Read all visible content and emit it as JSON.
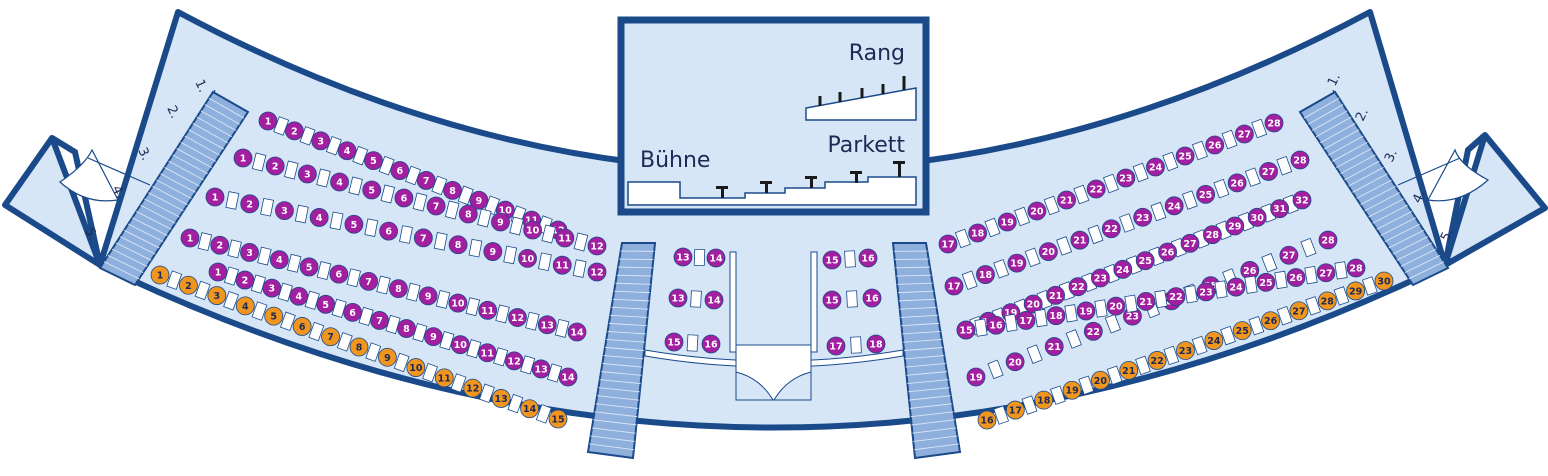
{
  "colors": {
    "outline": "#1a4a8a",
    "floor": "#d6e6f6",
    "stairs": "#8fb0dc",
    "purple": "#a21fa0",
    "orange": "#f0951e",
    "box": "#ffffff"
  },
  "legend": {
    "rang": "Rang",
    "buehne": "Bühne",
    "parkett": "Parkett"
  },
  "entrances": {
    "left": [
      "1.",
      "2.",
      "3.",
      "4.",
      "5."
    ],
    "right": [
      "1.",
      "2.",
      "3.",
      "4.",
      "5."
    ]
  },
  "rows": {
    "left_block": [
      {
        "category": "purple",
        "seats": [
          1,
          2,
          3,
          4,
          5,
          6,
          7,
          8,
          9,
          10,
          11,
          12
        ]
      },
      {
        "category": "purple",
        "seats": [
          1,
          2,
          3,
          4,
          5,
          6,
          7,
          8,
          9,
          10,
          11,
          12
        ]
      },
      {
        "category": "purple",
        "seats": [
          1,
          2,
          3,
          4,
          5,
          6,
          7,
          8,
          9,
          10,
          11,
          12
        ]
      },
      {
        "category": "purple",
        "seats": [
          1,
          2,
          3,
          4,
          5,
          6,
          7,
          8,
          9,
          10,
          11,
          12,
          13,
          14
        ]
      },
      {
        "category": "purple",
        "seats": [
          1,
          2,
          3,
          4,
          5,
          6,
          7,
          8,
          9,
          10,
          11,
          12,
          13,
          14
        ]
      },
      {
        "category": "orange",
        "seats": [
          1,
          2,
          3,
          4,
          5,
          6,
          7,
          8,
          9,
          10,
          11,
          12,
          13,
          14,
          15
        ]
      }
    ],
    "center_left": [
      {
        "category": "purple",
        "seats": [
          13,
          14
        ]
      },
      {
        "category": "purple",
        "seats": [
          13,
          14
        ]
      },
      {
        "category": "purple",
        "seats": [
          15,
          16
        ]
      }
    ],
    "center_right": [
      {
        "category": "purple",
        "seats": [
          15,
          16
        ]
      },
      {
        "category": "purple",
        "seats": [
          15,
          16
        ]
      },
      {
        "category": "purple",
        "seats": [
          17,
          18
        ]
      }
    ],
    "right_block": [
      {
        "category": "purple",
        "seats": [
          17,
          18,
          19,
          20,
          21,
          22,
          23,
          24,
          25,
          26,
          27,
          28
        ]
      },
      {
        "category": "purple",
        "seats": [
          17,
          18,
          19,
          20,
          21,
          22,
          23,
          24,
          25,
          26,
          27,
          28
        ]
      },
      {
        "category": "purple",
        "seats": [
          17,
          18,
          19,
          20,
          21,
          22,
          23,
          24,
          25,
          26,
          27,
          28,
          29,
          30,
          31,
          32
        ]
      },
      {
        "category": "purple",
        "seats": [
          19,
          20,
          21,
          22,
          23,
          24,
          25,
          26,
          27,
          28
        ]
      },
      {
        "category": "purple",
        "seats": [
          15,
          16,
          17,
          18,
          19,
          20,
          21,
          22,
          23,
          24,
          25,
          26,
          27,
          28
        ]
      },
      {
        "category": "orange",
        "seats": [
          16,
          17,
          18,
          19,
          20,
          21,
          22,
          23,
          24,
          25,
          26,
          27,
          28,
          29,
          30
        ]
      }
    ]
  }
}
